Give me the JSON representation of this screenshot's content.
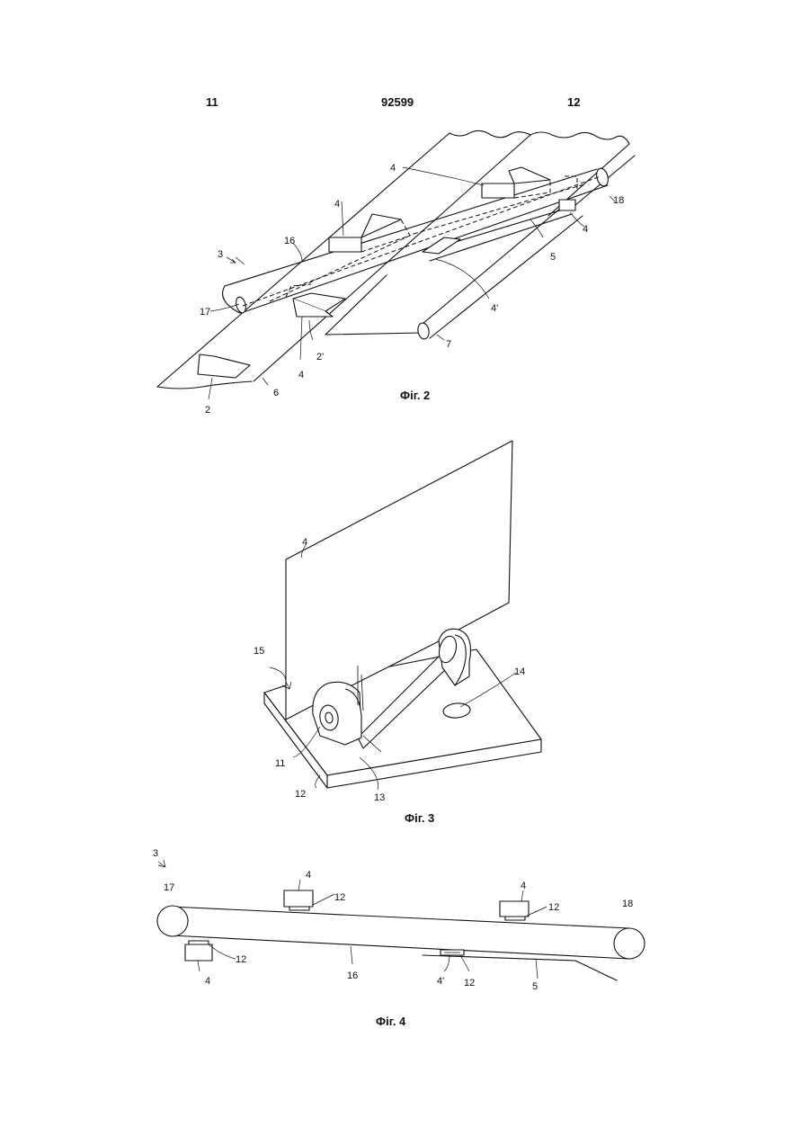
{
  "header": {
    "left_page": "11",
    "patent_number": "92599",
    "right_page": "12"
  },
  "figures": {
    "fig2": {
      "caption": "Фіг. 2",
      "labels": {
        "conveyor": "3",
        "flap_top": "4",
        "flap_left": "4",
        "flap_right": "4",
        "flap_bottom": "4",
        "flap_lowered": "4'",
        "belt": "16",
        "roller_left": "17",
        "roller_right": "18",
        "guide": "5",
        "roller_7": "7",
        "item": "2",
        "item_prime": "2'",
        "track": "6"
      }
    },
    "fig3": {
      "caption": "Фіг. 3",
      "labels": {
        "flap": "4",
        "rotation": "15",
        "hole": "14",
        "bearing": "11",
        "base": "12",
        "shaft": "13"
      }
    },
    "fig4": {
      "caption": "Фіг. 4",
      "labels": {
        "conveyor": "3",
        "roller_left": "17",
        "roller_right": "18",
        "flap_a": "4",
        "base_a": "12",
        "flap_b": "4",
        "base_b": "12",
        "flap_c": "4",
        "base_c": "12",
        "belt": "16",
        "flap_d": "4'",
        "base_d": "12",
        "guide": "5"
      }
    }
  }
}
